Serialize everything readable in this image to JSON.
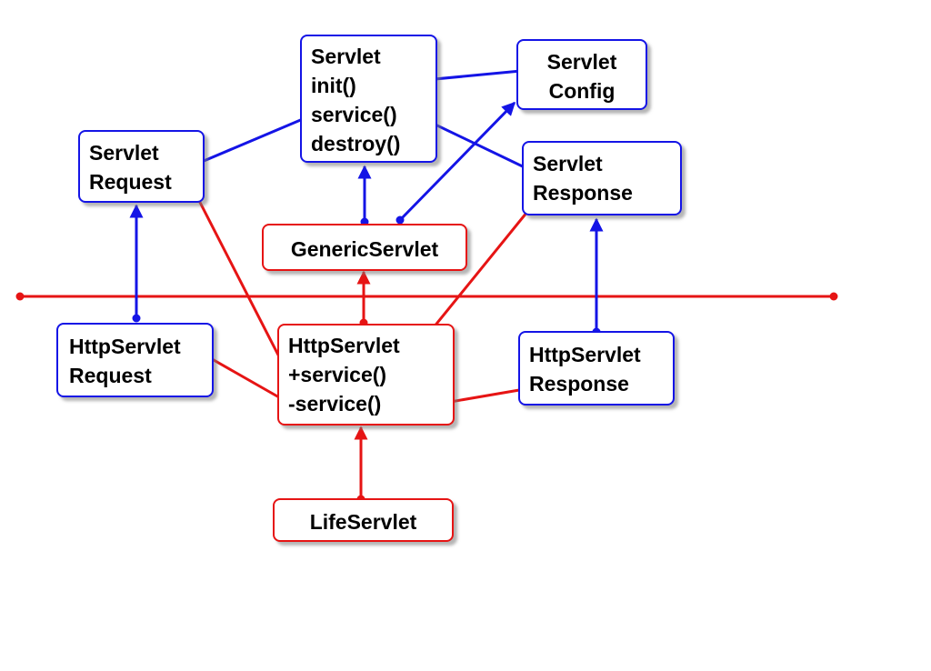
{
  "colors": {
    "interface": "#1414e6",
    "class": "#e61414"
  },
  "nodes": {
    "servlet": [
      "Servlet",
      "init()",
      "service()",
      "destroy()"
    ],
    "servlet_config": [
      "Servlet",
      "Config"
    ],
    "servlet_request": [
      "Servlet",
      "Request"
    ],
    "servlet_response": [
      "Servlet",
      "Response"
    ],
    "generic_servlet": [
      "GenericServlet"
    ],
    "http_servlet_request": [
      "HttpServlet",
      "Request"
    ],
    "http_servlet": [
      "HttpServlet",
      "+service()",
      "-service()"
    ],
    "http_servlet_response": [
      "HttpServlet",
      "Response"
    ],
    "life_servlet": [
      "LifeServlet"
    ]
  }
}
